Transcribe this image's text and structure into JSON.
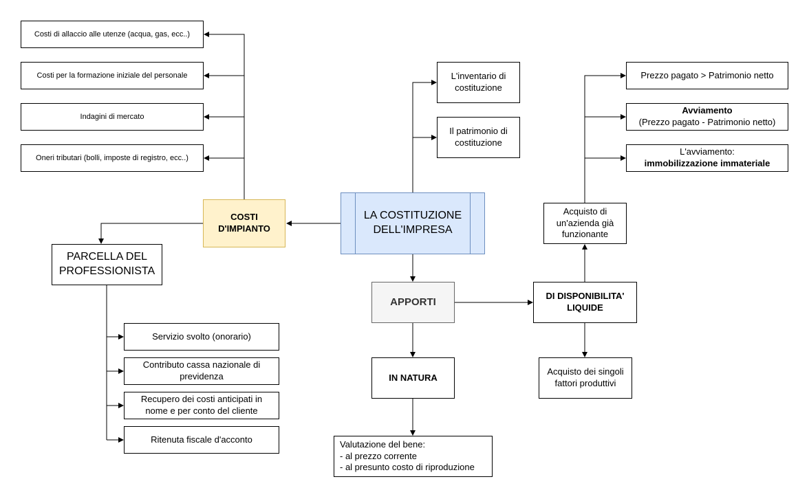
{
  "nodes": {
    "costituzione": [
      "LA COSTITUZIONE",
      "DELL'IMPRESA"
    ],
    "costi_impianto": [
      "COSTI",
      "D'IMPIANTO"
    ],
    "costo_allaccio": [
      "Costi di allaccio alle utenze (acqua, gas, ecc..)"
    ],
    "costo_formazione": [
      "Costi per la formazione iniziale del personale"
    ],
    "costo_indagini": [
      "Indagini di mercato"
    ],
    "costo_oneri": [
      "Oneri tributari (bolli, imposte di registro, ecc..)"
    ],
    "parcella": [
      "PARCELLA DEL",
      "PROFESSIONISTA"
    ],
    "servizio": [
      "Servizio svolto (onorario)"
    ],
    "contributo": [
      "Contributo cassa nazionale di",
      "previdenza"
    ],
    "recupero": [
      "Recupero dei costi anticipati in",
      "nome e per conto del cliente"
    ],
    "ritenuta": [
      "Ritenuta fiscale d'acconto"
    ],
    "inventario": [
      "L'inventario di",
      "costituzione"
    ],
    "patrimonio": [
      "Il patrimonio di",
      "costituzione"
    ],
    "apporti": [
      "APPORTI"
    ],
    "in_natura": [
      "IN NATURA"
    ],
    "valutazione": [
      "Valutazione del bene:",
      "- al prezzo corrente",
      "- al presunto costo di riproduzione"
    ],
    "disponibilita": [
      "DI DISPONIBILITA'",
      "LIQUIDE"
    ],
    "acquisto_fattori": [
      "Acquisto dei singoli",
      "fattori produttivi"
    ],
    "acquisto_azienda": [
      "Acquisto di",
      "un'azienda già",
      "funzionante"
    ],
    "prezzo_pagato": [
      "Prezzo pagato > Patrimonio netto"
    ],
    "avviamento": [
      "Avviamento",
      "(Prezzo pagato - Patrimonio netto)"
    ],
    "avviamento_imm": [
      "L'avviamento:",
      "immobilizzazione immateriale"
    ]
  },
  "edges": [
    {
      "from": "costituzione",
      "to": "costi_impianto"
    },
    {
      "from": "costi_impianto",
      "to": "costo_allaccio"
    },
    {
      "from": "costi_impianto",
      "to": "costo_formazione"
    },
    {
      "from": "costi_impianto",
      "to": "costo_indagini"
    },
    {
      "from": "costi_impianto",
      "to": "costo_oneri"
    },
    {
      "from": "costi_impianto",
      "to": "parcella"
    },
    {
      "from": "parcella",
      "to": "servizio"
    },
    {
      "from": "parcella",
      "to": "contributo"
    },
    {
      "from": "parcella",
      "to": "recupero"
    },
    {
      "from": "parcella",
      "to": "ritenuta"
    },
    {
      "from": "costituzione",
      "to": "inventario"
    },
    {
      "from": "costituzione",
      "to": "patrimonio"
    },
    {
      "from": "costituzione",
      "to": "apporti"
    },
    {
      "from": "apporti",
      "to": "in_natura"
    },
    {
      "from": "in_natura",
      "to": "valutazione"
    },
    {
      "from": "apporti",
      "to": "disponibilita"
    },
    {
      "from": "disponibilita",
      "to": "acquisto_fattori"
    },
    {
      "from": "disponibilita",
      "to": "acquisto_azienda"
    },
    {
      "from": "acquisto_azienda",
      "to": "prezzo_pagato"
    },
    {
      "from": "acquisto_azienda",
      "to": "avviamento"
    },
    {
      "from": "acquisto_azienda",
      "to": "avviamento_imm"
    }
  ]
}
